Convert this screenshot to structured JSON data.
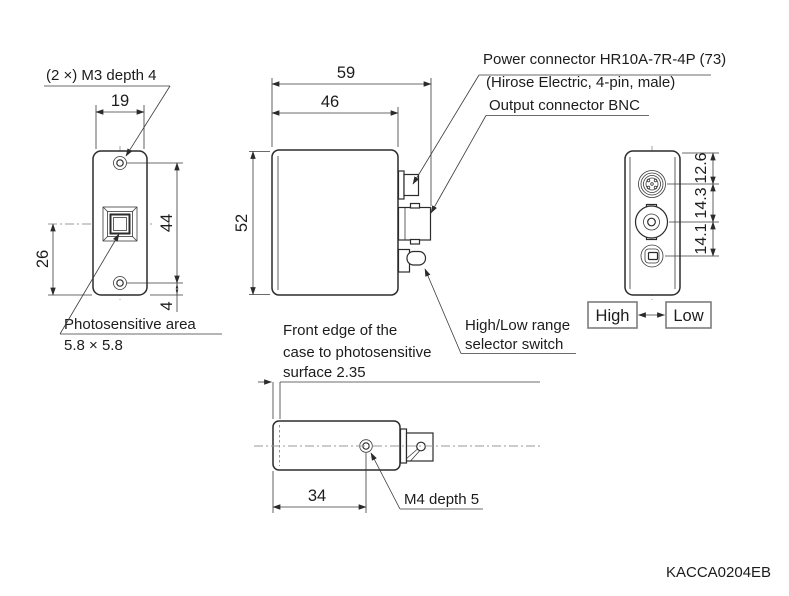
{
  "drawing": {
    "code": "KACCA0204EB"
  },
  "front_view": {
    "m3_label": "(2 ×) M3 depth 4",
    "dim_width": "19",
    "dim_hole_span": "44",
    "dim_photo_center": "26",
    "dim_hole_offset": "4",
    "photo_label_line1": "Photosensitive area",
    "photo_label_line2": "5.8 × 5.8"
  },
  "side_view": {
    "dim_overall_depth": "59",
    "dim_case_depth": "46",
    "dim_height": "52",
    "power_label_line1": "Power connector HR10A-7R-4P (73)",
    "power_label_line2": "(Hirose Electric, 4-pin, male)",
    "bnc_label": "Output connector BNC",
    "switch_label_line1": "High/Low range",
    "switch_label_line2": "selector switch"
  },
  "back_view": {
    "dim_top": "12.6",
    "dim_mid": "14.3",
    "dim_bot": "14.1",
    "high_label": "High",
    "low_label": "Low"
  },
  "bottom_view": {
    "front_edge_line1": "Front edge of the",
    "front_edge_line2": "case to photosensitive",
    "front_edge_line3": "surface 2.35",
    "dim_m4_pos": "34",
    "m4_label": "M4 depth 5"
  }
}
